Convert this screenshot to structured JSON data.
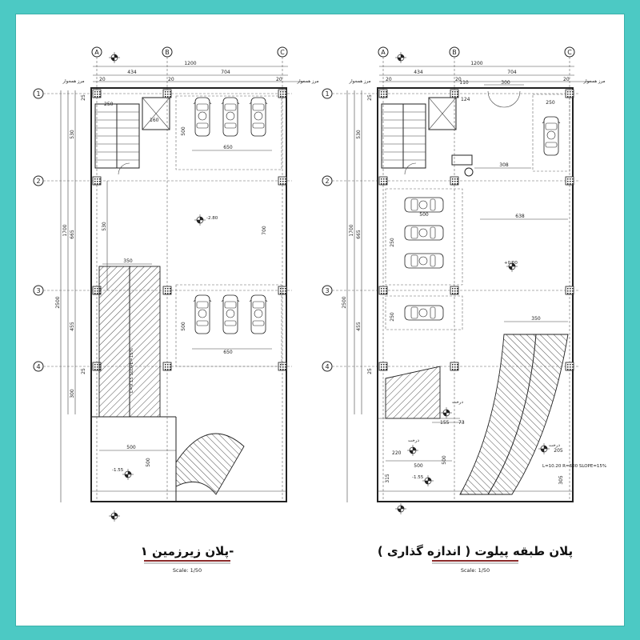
{
  "plans": [
    {
      "id": "left",
      "title": "پلان زیرزمین ۱-",
      "scale": "Scale: 1/50",
      "axes_top": [
        "A",
        "B",
        "C"
      ],
      "axes_side": [
        "1",
        "2",
        "3",
        "4"
      ],
      "top_dims": {
        "total": "1200",
        "segA": "434",
        "segB": "704",
        "edge1": "20",
        "edge2": "20",
        "edge3": "20",
        "border_label": "مرز همجوار"
      },
      "side_dims": {
        "total": "2500",
        "d1700": "1700",
        "d665": "665",
        "d530": "530",
        "d455": "455",
        "d300": "300",
        "d25": "25"
      },
      "inner_dims": {
        "d250": "250",
        "d160": "160",
        "d530": "530",
        "d700": "700",
        "d350": "350",
        "d500a": "500",
        "d650a": "650",
        "d500b": "500",
        "d650b": "650",
        "d500c": "500",
        "d500d": "500",
        "d20": "20"
      },
      "level_main": "-2.80",
      "level_low": "-1.55",
      "ramp_text": "L=9.15 SLOPE=15%"
    },
    {
      "id": "right",
      "title": "پلان طبقه پیلوت ( اندازه گذاری )",
      "scale": "Scale: 1/50",
      "axes_top": [
        "A",
        "B",
        "C"
      ],
      "axes_side": [
        "1",
        "2",
        "3",
        "4"
      ],
      "top_dims": {
        "total": "1200",
        "segA": "434",
        "segB": "704",
        "edge1": "20",
        "edge2": "20",
        "edge3": "20",
        "border_label": "مرز همجوار"
      },
      "side_dims": {
        "total": "2500",
        "d1700": "1700",
        "d665": "665",
        "d530": "530",
        "d455": "455",
        "d25": "25"
      },
      "inner_dims": {
        "d110": "110",
        "d300": "300",
        "d124": "124",
        "d308": "308",
        "d638": "638",
        "d500": "500",
        "d250": "250",
        "d350": "350",
        "d155": "155",
        "d73": "73",
        "d220": "220",
        "d500b": "500",
        "d500c": "500",
        "d315": "315",
        "d205": "205",
        "d305": "305",
        "d20": "20"
      },
      "level_main": "+0.00",
      "level_low": "-1.55",
      "tree_label": "درخت",
      "ramp_text": "L=10.20 R=600 SLOPE=15%"
    }
  ]
}
